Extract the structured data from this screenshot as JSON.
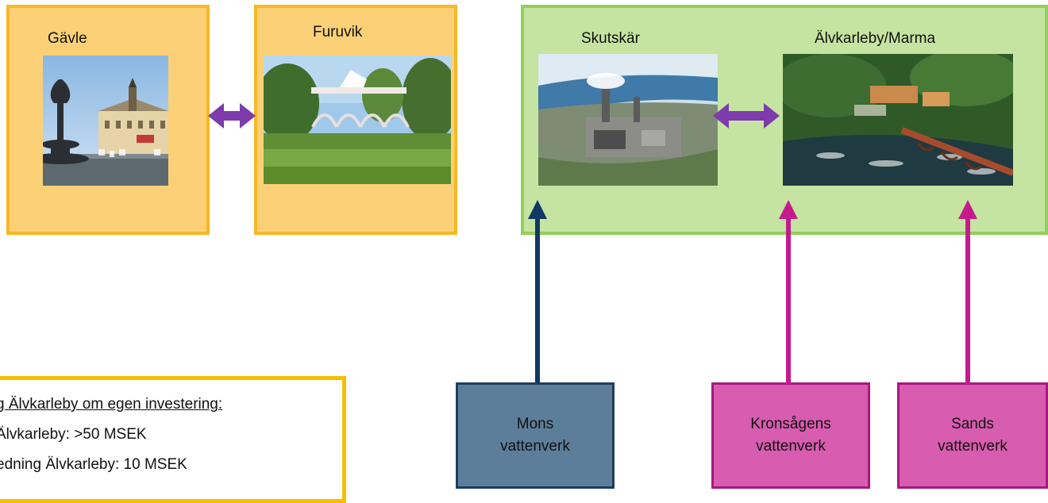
{
  "towns": [
    {
      "label": "Gävle"
    },
    {
      "label": "Furuvik"
    }
  ],
  "region": {
    "places": [
      {
        "label": "Skutskär"
      },
      {
        "label": "Älvkarleby/Marma"
      }
    ]
  },
  "waterworks": [
    {
      "line1": "Mons",
      "line2": "vattenverk",
      "arrow_color": "#103a63"
    },
    {
      "line1": "Kronsågens",
      "line2": "vattenverk",
      "arrow_color": "#c31b8c"
    },
    {
      "line1": "Sands",
      "line2": "vattenverk",
      "arrow_color": "#c31b8c"
    }
  ],
  "connector_color": "#7e3bab",
  "note": {
    "heading": "g Älvkarleby om egen investering:",
    "lines": [
      "Älvkarleby: >50 MSEK",
      "edning Älvkarleby: 10 MSEK"
    ]
  }
}
